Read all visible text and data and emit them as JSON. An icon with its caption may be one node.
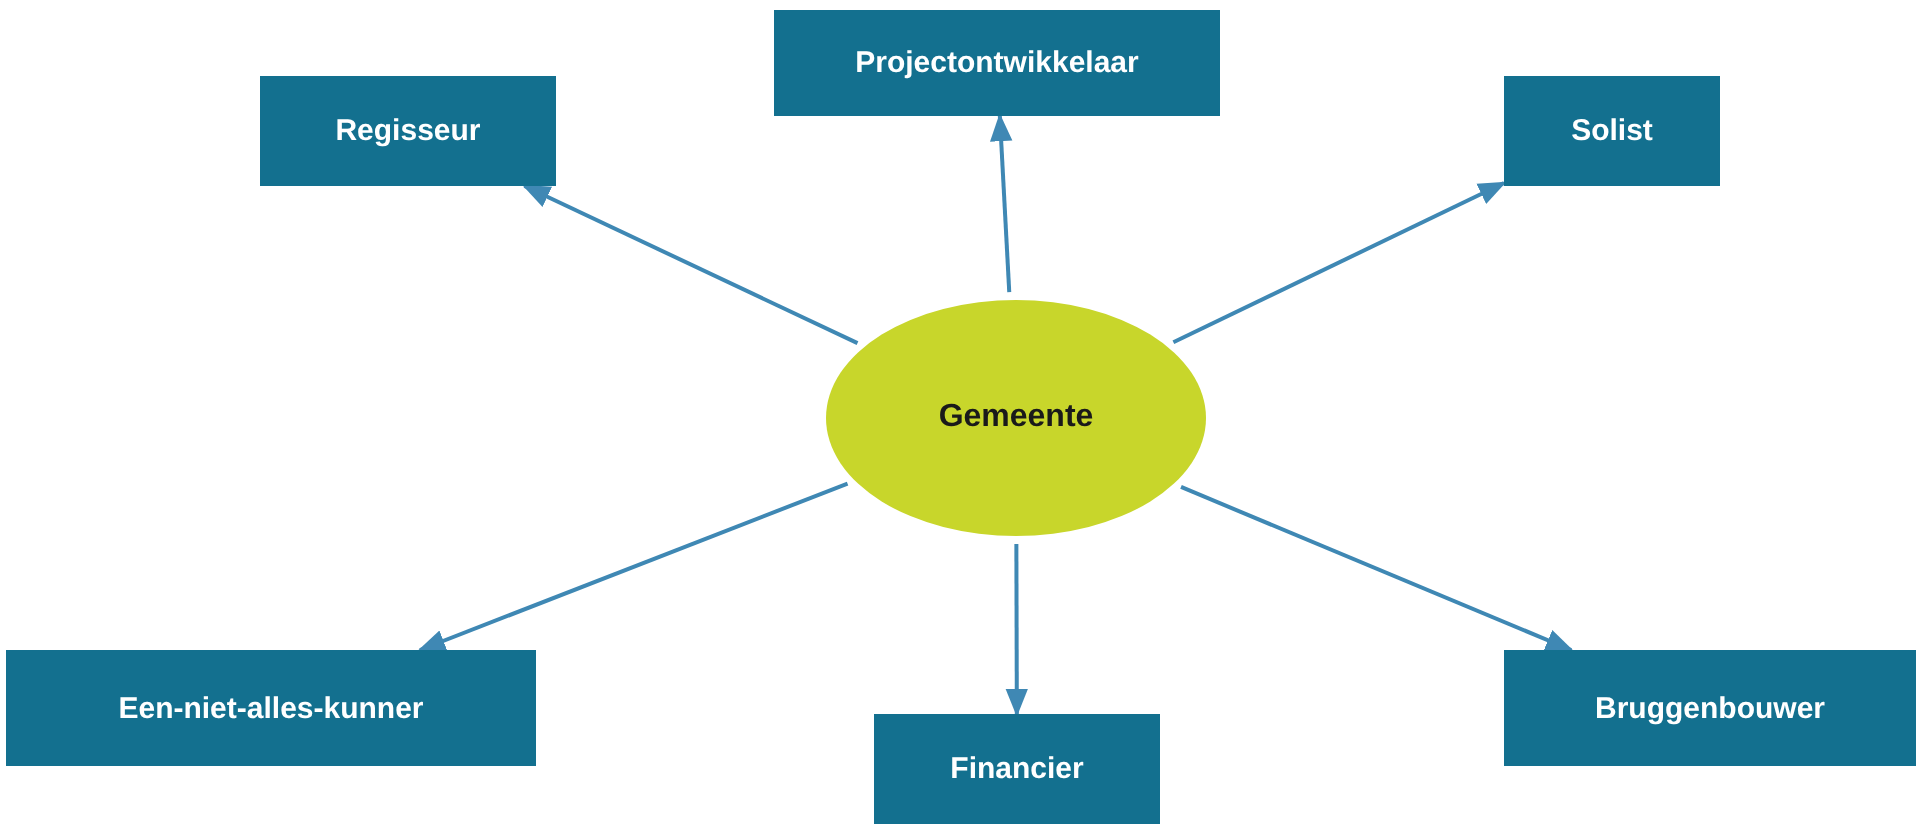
{
  "diagram": {
    "nodes": [
      {
        "text": [
          "Gemeente"
        ]
      },
      {
        "text": [
          "Regisseur"
        ]
      },
      {
        "text": [
          "Projectontwikkelaar"
        ]
      },
      {
        "text": [
          "Solist"
        ]
      },
      {
        "text": [
          "Een-niet-alles-kunner"
        ]
      },
      {
        "text": [
          "Financier"
        ]
      },
      {
        "text": [
          "Bruggenbouwer"
        ]
      }
    ],
    "edges": [
      {
        "from": 0,
        "to": 1,
        "arrow": "to"
      },
      {
        "from": 0,
        "to": 2,
        "arrow": "to"
      },
      {
        "from": 0,
        "to": 3,
        "arrow": "to"
      },
      {
        "from": 0,
        "to": 4,
        "arrow": "to"
      },
      {
        "from": 0,
        "to": 5,
        "arrow": "to"
      },
      {
        "from": 0,
        "to": 6,
        "arrow": "to"
      }
    ]
  }
}
